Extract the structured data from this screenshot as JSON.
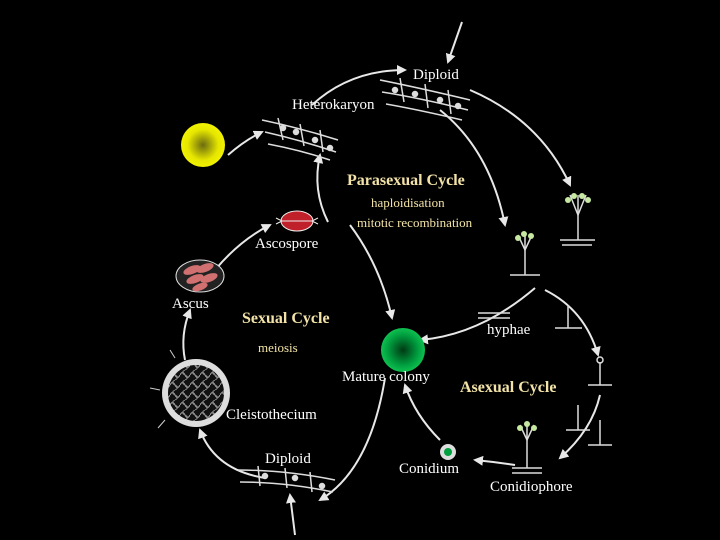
{
  "labels": {
    "diploid_top": "Diploid",
    "heterokaryon": "Heterokaryon",
    "parasexual_cycle": "Parasexual Cycle",
    "haploidisation": "haploidisation",
    "mitotic_recombination": "mitotic recombination",
    "ascospore": "Ascospore",
    "ascus": "Ascus",
    "sexual_cycle": "Sexual Cycle",
    "meiosis": "meiosis",
    "hyphae": "hyphae",
    "mature_colony": "Mature colony",
    "asexual_cycle": "Asexual Cycle",
    "cleistothecium": "Cleistothecium",
    "diploid_bottom": "Diploid",
    "conidium": "Conidium",
    "conidiophore": "Conidiophore"
  },
  "colors": {
    "background": "#000000",
    "label_text": "#ffffff",
    "cycle_title": "#f3e3a8",
    "yellow_cell": "#e8e800",
    "green_colony": "#00a040",
    "ascospore_red": "#c0202a"
  }
}
